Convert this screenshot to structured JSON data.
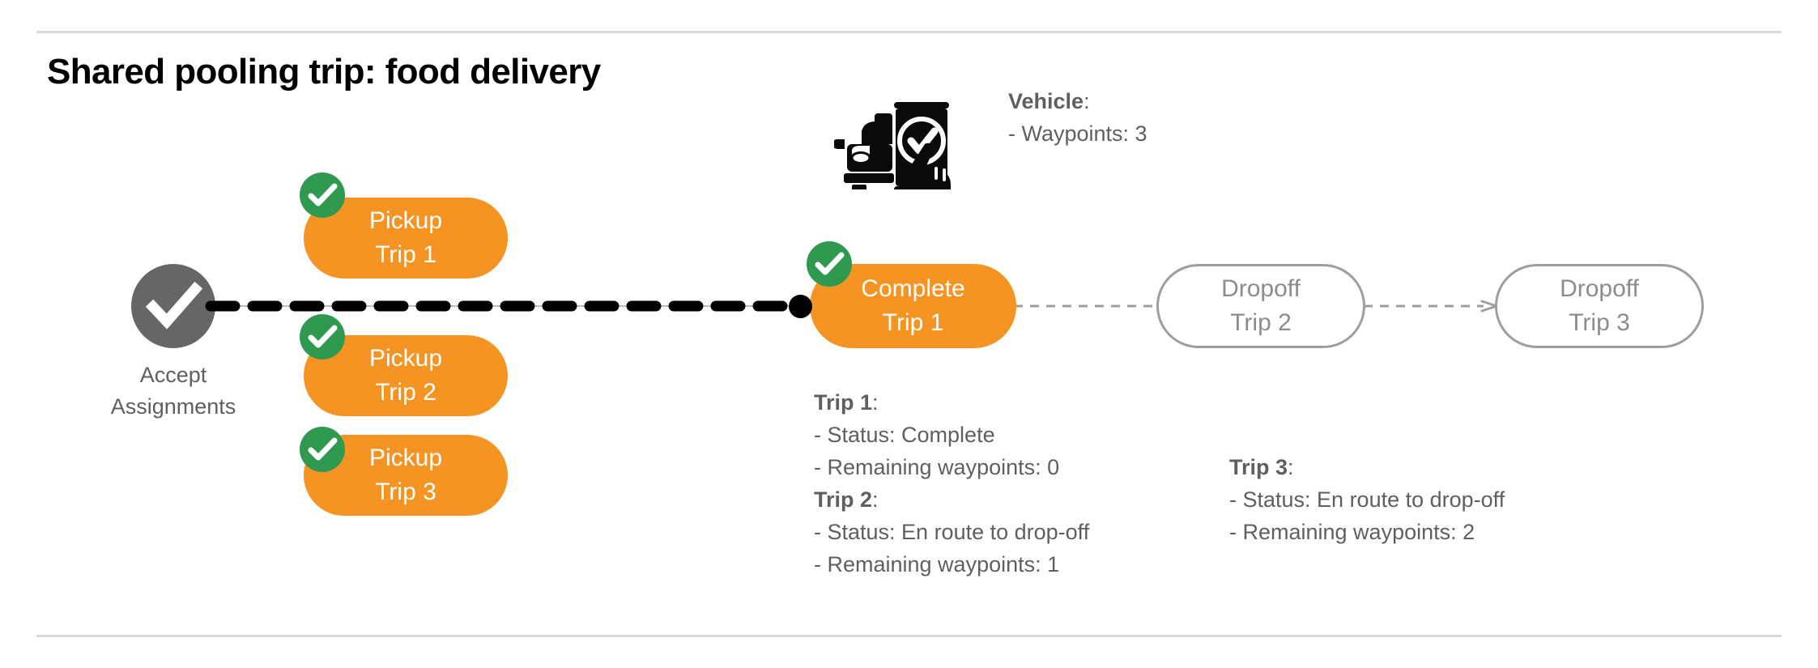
{
  "slide": {
    "title": "Shared pooling trip: food delivery",
    "background": "#ffffff",
    "accent_orange": "#f59422",
    "accent_green": "#2f9950",
    "muted_gray": "#8c8c8c",
    "rule_color": "#d9d9d9"
  },
  "start_node": {
    "icon": "check-circle-icon",
    "label_line1": "Accept",
    "label_line2": "Assignments",
    "label": "Accept\nAssignments",
    "color": "#666666"
  },
  "pickup_nodes": [
    {
      "id": "pickup-1",
      "line1": "Pickup",
      "line2": "Trip 1",
      "label": "Pickup\nTrip 1",
      "state": "done",
      "badge": "check-badge-icon",
      "color": "#f59422"
    },
    {
      "id": "pickup-2",
      "line1": "Pickup",
      "line2": "Trip 2",
      "label": "Pickup\nTrip 2",
      "state": "done",
      "badge": "check-badge-icon",
      "color": "#f59422"
    },
    {
      "id": "pickup-3",
      "line1": "Pickup",
      "line2": "Trip 3",
      "label": "Pickup\nTrip 3",
      "state": "done",
      "badge": "check-badge-icon",
      "color": "#f59422"
    }
  ],
  "flow_nodes": [
    {
      "id": "complete-1",
      "line1": "Complete",
      "line2": "Trip 1",
      "label": "Complete\nTrip 1",
      "state": "done",
      "badge": "check-badge-icon",
      "color": "#f59422"
    },
    {
      "id": "dropoff-2",
      "line1": "Dropoff",
      "line2": "Trip 2",
      "label": "Dropoff\nTrip 2",
      "state": "pending",
      "color": "#ffffff"
    },
    {
      "id": "dropoff-3",
      "line1": "Dropoff",
      "line2": "Trip 3",
      "label": "Dropoff\nTrip 3",
      "state": "pending",
      "color": "#ffffff"
    }
  ],
  "connectors": [
    {
      "id": "accept-to-complete",
      "style": "thick-dashed",
      "color": "#000000",
      "arrow": false
    },
    {
      "id": "complete-to-dropoff2",
      "style": "thin-dashed",
      "color": "#9e9e9e",
      "arrow": false
    },
    {
      "id": "dropoff2-to-dropoff3",
      "style": "thin-dashed",
      "color": "#9e9e9e",
      "arrow": true
    }
  ],
  "vehicle": {
    "icon": "car-phone-check-icon",
    "heading": "Vehicle",
    "heading_suffix": ":",
    "waypoints_label": "- Waypoints: 3",
    "waypoints": 3
  },
  "trip_details": [
    {
      "heading": "Trip 1",
      "heading_suffix": ":",
      "status_label": "- Status:  Complete",
      "status": "Complete",
      "waypoints_label": "- Remaining waypoints: 0",
      "remaining_waypoints": 0
    },
    {
      "heading": "Trip 2",
      "heading_suffix": ":",
      "status_label": "- Status:  En route to drop-off",
      "status": "En route to drop-off",
      "waypoints_label": "- Remaining waypoints: 1",
      "remaining_waypoints": 1
    },
    {
      "heading": "Trip 3",
      "heading_suffix": ":",
      "status_label": "- Status:  En route to drop-off",
      "status": "En route to drop-off",
      "waypoints_label": "- Remaining waypoints: 2",
      "remaining_waypoints": 2
    }
  ]
}
